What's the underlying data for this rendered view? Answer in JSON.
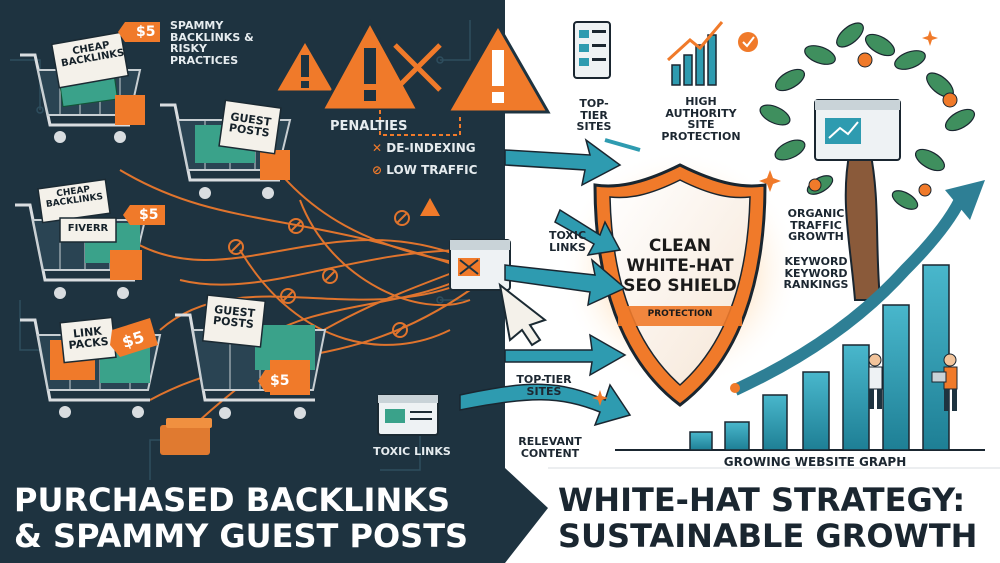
{
  "left_panel": {
    "header_note": "SPAMMY BACKLINKS & RISKY PRACTICES",
    "carts": [
      {
        "tag_text": "CHEAP BACKLINKS",
        "price": "$5"
      },
      {
        "tag_text": "GUEST POSTS",
        "price": ""
      },
      {
        "tag_text": "CHEAP BACKLINKS",
        "tag_text_2": "FIVERR",
        "price": "$5"
      },
      {
        "tag_text": "LINK PACKS",
        "price": "$5"
      },
      {
        "tag_text": "GUEST POSTS",
        "price": "$5"
      }
    ],
    "penalties": {
      "title": "PENALTIES",
      "items": [
        "DE-INDEXING",
        "LOW TRAFFIC"
      ]
    },
    "toxic_links_label": "TOXIC LINKS",
    "banner_line1": "PURCHASED BACKLINKS",
    "banner_line2": "& SPAMMY GUEST POSTS"
  },
  "right_panel": {
    "top_labels": {
      "top_tier": "TOP-TIER SITES",
      "authority": "HIGH AUTHORITY SITE PROTECTION"
    },
    "mid_labels": {
      "toxic": "TOXIC LINKS",
      "top_tier": "TOP-TIER SITES",
      "relevant": "RELEVANT CONTENT"
    },
    "shield": {
      "line1": "CLEAN",
      "line2": "WHITE-HAT",
      "line3": "SEO SHIELD",
      "sub": "PROTECTION"
    },
    "growth_labels": {
      "organic": "ORGANIC TRAFFIC GROWTH",
      "keyword": "KEYWORD KEYWORD RANKINGS"
    },
    "graph_label": "GROWING WEBSITE GRAPH",
    "banner_line1": "WHITE-HAT STRATEGY:",
    "banner_line2": "SUSTAINABLE GROWTH"
  },
  "colors": {
    "dark_bg": "#1e3340",
    "orange": "#f07a2a",
    "teal": "#2e9bb0",
    "ink": "#1a2630"
  },
  "icons": {
    "warning": "warning-triangle-icon",
    "cart": "shopping-cart-icon",
    "shield": "shield-icon",
    "tree": "tree-icon"
  }
}
